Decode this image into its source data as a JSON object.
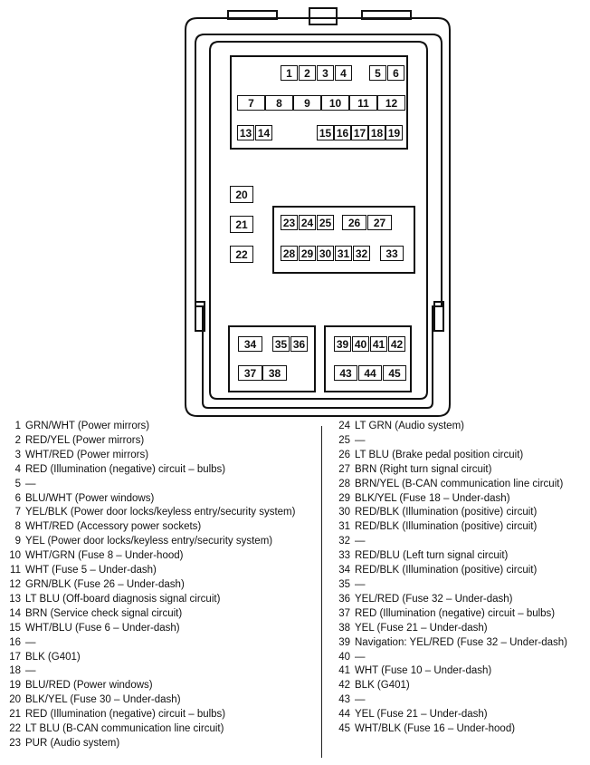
{
  "fuse_box": {
    "pins": [
      "1",
      "2",
      "3",
      "4",
      "5",
      "6",
      "7",
      "8",
      "9",
      "10",
      "11",
      "12",
      "13",
      "14",
      "15",
      "16",
      "17",
      "18",
      "19",
      "20",
      "21",
      "22",
      "23",
      "24",
      "25",
      "26",
      "27",
      "28",
      "29",
      "30",
      "31",
      "32",
      "33",
      "34",
      "35",
      "36",
      "37",
      "38",
      "39",
      "40",
      "41",
      "42",
      "43",
      "44",
      "45"
    ]
  },
  "legend": {
    "left": [
      {
        "num": "1",
        "desc": "GRN/WHT (Power mirrors)"
      },
      {
        "num": "2",
        "desc": "RED/YEL (Power mirrors)"
      },
      {
        "num": "3",
        "desc": "WHT/RED (Power mirrors)"
      },
      {
        "num": "4",
        "desc": "RED (Illumination (negative) circuit – bulbs)"
      },
      {
        "num": "5",
        "desc": "—"
      },
      {
        "num": "6",
        "desc": "BLU/WHT (Power windows)"
      },
      {
        "num": "7",
        "desc": "YEL/BLK (Power door locks/keyless entry/security system)"
      },
      {
        "num": "8",
        "desc": "WHT/RED (Accessory power sockets)"
      },
      {
        "num": "9",
        "desc": "YEL (Power door locks/keyless entry/security system)"
      },
      {
        "num": "10",
        "desc": "WHT/GRN (Fuse 8 – Under-hood)"
      },
      {
        "num": "11",
        "desc": "WHT (Fuse 5 – Under-dash)"
      },
      {
        "num": "12",
        "desc": "GRN/BLK (Fuse 26 – Under-dash)"
      },
      {
        "num": "13",
        "desc": "LT BLU (Off-board diagnosis signal circuit)"
      },
      {
        "num": "14",
        "desc": "BRN (Service check signal circuit)"
      },
      {
        "num": "15",
        "desc": "WHT/BLU (Fuse 6 – Under-dash)"
      },
      {
        "num": "16",
        "desc": "—"
      },
      {
        "num": "17",
        "desc": "BLK (G401)"
      },
      {
        "num": "18",
        "desc": "—"
      },
      {
        "num": "19",
        "desc": "BLU/RED (Power windows)"
      },
      {
        "num": "20",
        "desc": "BLK/YEL (Fuse 30 – Under-dash)"
      },
      {
        "num": "21",
        "desc": "RED (Illumination (negative) circuit – bulbs)"
      },
      {
        "num": "22",
        "desc": "LT BLU (B-CAN communication line circuit)"
      },
      {
        "num": "23",
        "desc": "PUR (Audio system)"
      }
    ],
    "right": [
      {
        "num": "24",
        "desc": "LT GRN (Audio system)"
      },
      {
        "num": "25",
        "desc": "—"
      },
      {
        "num": "26",
        "desc": "LT BLU (Brake pedal position circuit)"
      },
      {
        "num": "27",
        "desc": "BRN (Right turn signal circuit)"
      },
      {
        "num": "28",
        "desc": "BRN/YEL (B-CAN communication line circuit)"
      },
      {
        "num": "29",
        "desc": "BLK/YEL (Fuse 18 – Under-dash)"
      },
      {
        "num": "30",
        "desc": "RED/BLK (Illumination (positive) circuit)"
      },
      {
        "num": "31",
        "desc": "RED/BLK (Illumination (positive) circuit)"
      },
      {
        "num": "32",
        "desc": "—"
      },
      {
        "num": "33",
        "desc": "RED/BLU (Left turn signal circuit)"
      },
      {
        "num": "34",
        "desc": "RED/BLK (Illumination (positive) circuit)"
      },
      {
        "num": "35",
        "desc": "—"
      },
      {
        "num": "36",
        "desc": "YEL/RED (Fuse 32 – Under-dash)"
      },
      {
        "num": "37",
        "desc": "RED (Illumination (negative) circuit – bulbs)"
      },
      {
        "num": "38",
        "desc": "YEL (Fuse 21 – Under-dash)"
      },
      {
        "num": "39",
        "desc": "Navigation: YEL/RED (Fuse 32 – Under-dash)"
      },
      {
        "num": "40",
        "desc": "—"
      },
      {
        "num": "41",
        "desc": "WHT (Fuse 10 – Under-dash)"
      },
      {
        "num": "42",
        "desc": "BLK (G401)"
      },
      {
        "num": "43",
        "desc": "—"
      },
      {
        "num": "44",
        "desc": "YEL (Fuse 21 – Under-dash)"
      },
      {
        "num": "45",
        "desc": "WHT/BLK (Fuse 16 – Under-hood)"
      }
    ]
  }
}
